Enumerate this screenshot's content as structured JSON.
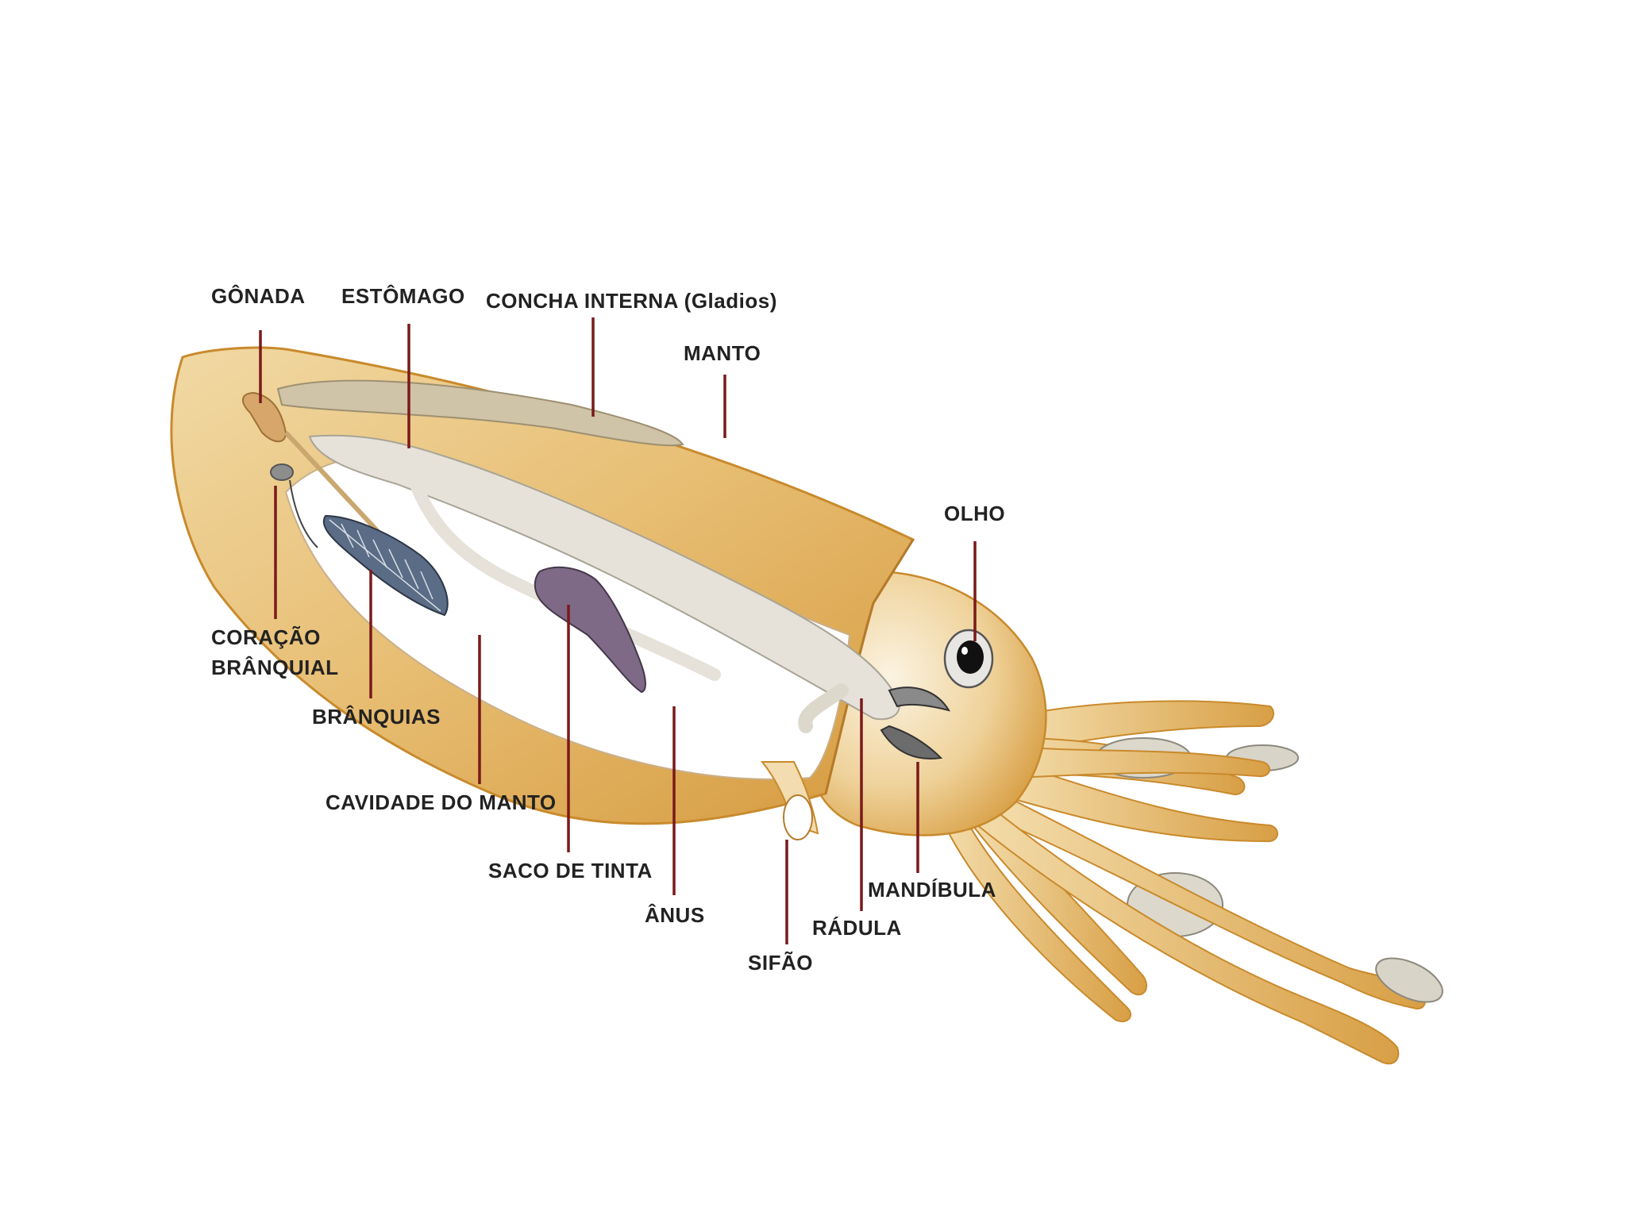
{
  "diagram": {
    "subject": "squid-anatomy",
    "colors": {
      "body": "#e9c27e",
      "body_dark": "#c98a2c",
      "tentacle": "#e2b062",
      "inner": "#ffffff",
      "organ_grey": "#e6e2da",
      "gladius": "#cfc3a8",
      "ink_sac": "#7e6a86",
      "gill": "#5a6c86",
      "leader_line": "#7a1a1a",
      "label_text": "#222222"
    },
    "labels": {
      "gonada": "GÔNADA",
      "estomago": "ESTÔMAGO",
      "concha": "CONCHA INTERNA (Gladios)",
      "manto": "MANTO",
      "olho": "OLHO",
      "coracao_1": "CORAÇÃO",
      "coracao_2": "BRÂNQUIAL",
      "branquias": "BRÂNQUIAS",
      "cavidade": "CAVIDADE DO MANTO",
      "saco": "SACO DE TINTA",
      "anus": "ÂNUS",
      "sifao": "SIFÃO",
      "radula": "RÁDULA",
      "mandibula": "MANDÍBULA"
    }
  }
}
